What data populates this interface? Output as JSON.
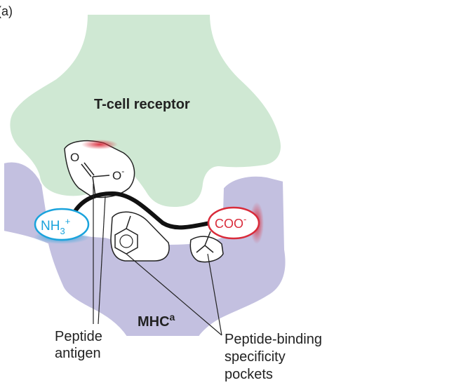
{
  "panel_label": "(a)",
  "tcr_label": "T-cell receptor",
  "mhc_label": "MHC",
  "mhc_superscript": "a",
  "amino_terminus": {
    "base": "NH",
    "subscript": "3",
    "charge": "+"
  },
  "carboxy_terminus": {
    "base": "COO",
    "charge": "-"
  },
  "side_chain": {
    "oxygen": "O",
    "oxide": "O",
    "oxide_charge": "-"
  },
  "peptide_label": [
    "Peptide",
    "antigen"
  ],
  "pockets_label": [
    "Peptide-binding",
    "specificity",
    "pockets"
  ],
  "colors": {
    "tcr_fill": "#cfe8d3",
    "mhc_fill": "#c3c0e0",
    "amino_blue": "#1aa3dc",
    "carboxy_red": "#d92b3a",
    "peptide_line": "#111111"
  }
}
